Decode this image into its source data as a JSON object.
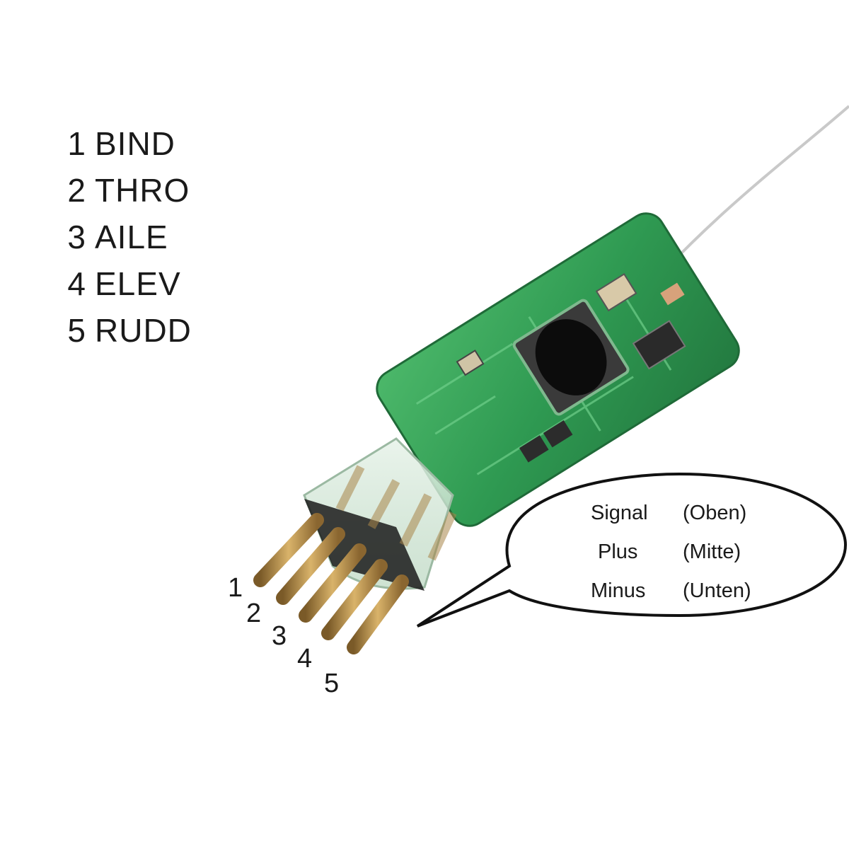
{
  "channels": [
    {
      "num": "1",
      "name": "BIND"
    },
    {
      "num": "2",
      "name": "THRO"
    },
    {
      "num": "3",
      "name": "AILE"
    },
    {
      "num": "4",
      "name": "ELEV"
    },
    {
      "num": "5",
      "name": "RUDD"
    }
  ],
  "callout": [
    {
      "name": "Signal",
      "pos": "(Oben)"
    },
    {
      "name": "Plus",
      "pos": "(Mitte)"
    },
    {
      "name": "Minus",
      "pos": "(Unten)"
    }
  ],
  "pins": [
    "1",
    "2",
    "3",
    "4",
    "5"
  ],
  "colors": {
    "pcb_green": "#2f9a52",
    "pin_gold": "#b8924a",
    "text": "#1a1a1a"
  }
}
